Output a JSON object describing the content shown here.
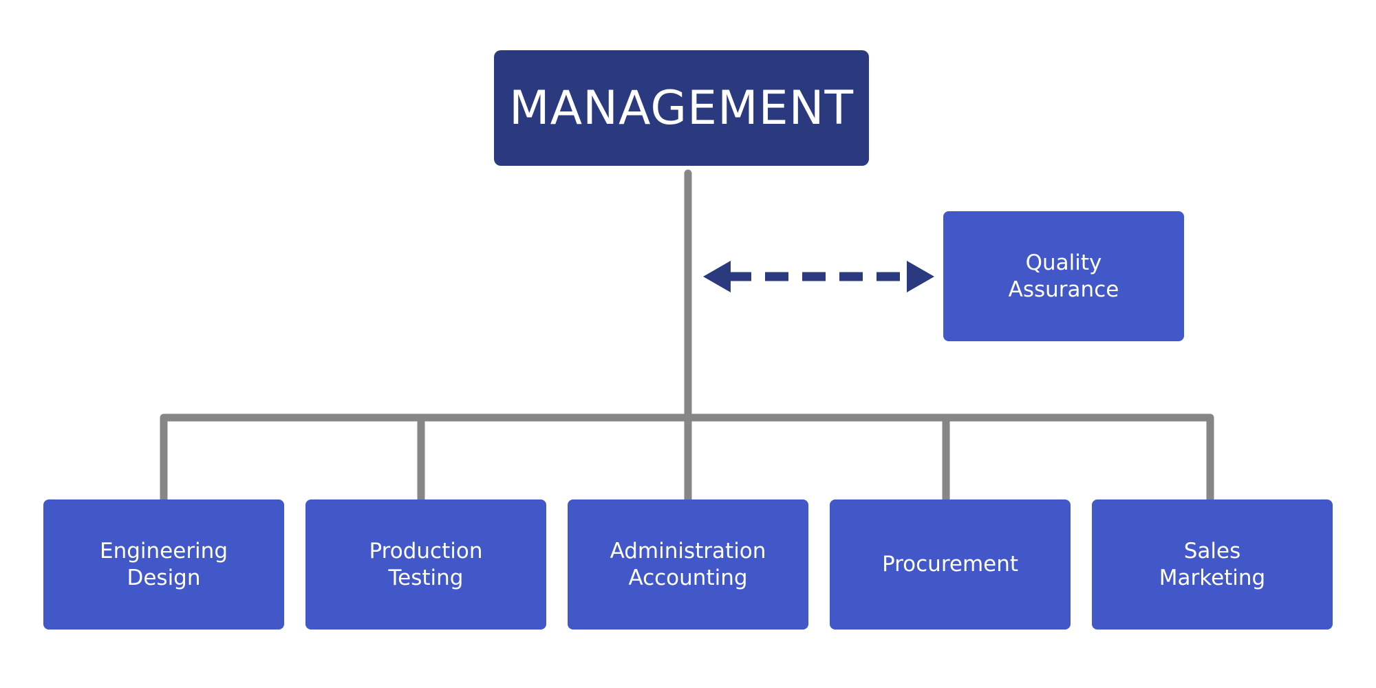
{
  "top_node": {
    "label": "MANAGEMENT"
  },
  "advisory_node": {
    "label": "Quality\nAssurance"
  },
  "departments": [
    {
      "label": "Engineering\nDesign"
    },
    {
      "label": "Production\nTesting"
    },
    {
      "label": "Administration\nAccounting"
    },
    {
      "label": "Procurement"
    },
    {
      "label": "Sales\nMarketing"
    }
  ],
  "colors": {
    "top_node": "#2b3a7f",
    "nodes": "#4358c8",
    "connector": "#868686",
    "arrow": "#2b3a7f"
  }
}
